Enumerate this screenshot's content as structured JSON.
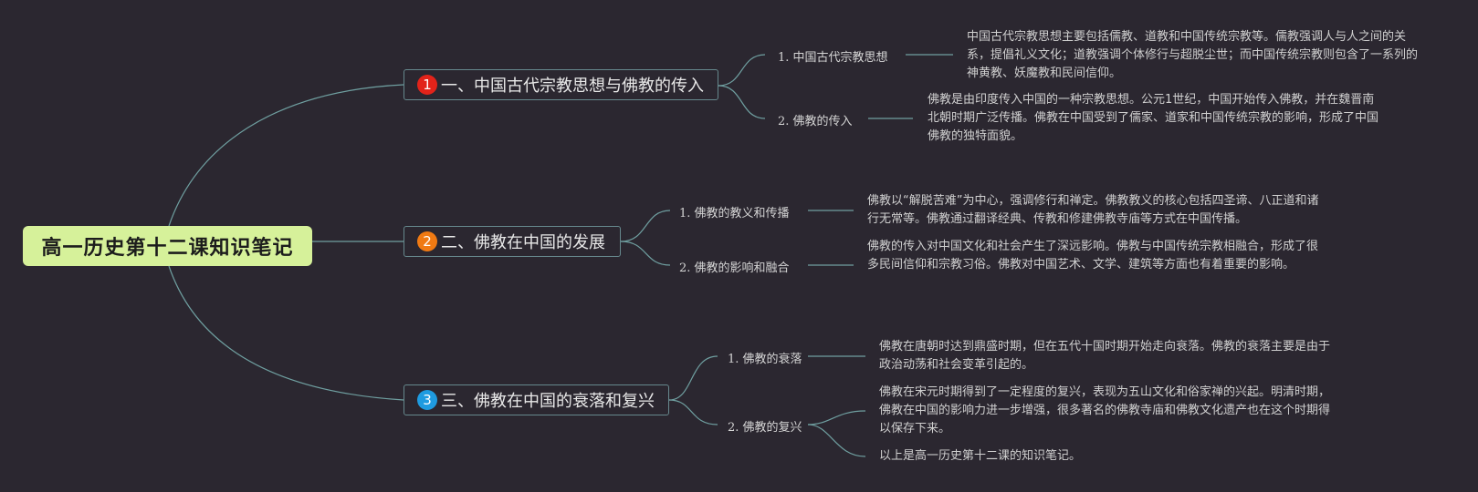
{
  "root": {
    "title": "高一历史第十二课知识笔记"
  },
  "colors": {
    "root_bg": "#d6f19a",
    "marker_1": "#e2231a",
    "marker_2": "#f07a13",
    "marker_3": "#1f9be0",
    "link": "#6f9fa0"
  },
  "branches": [
    {
      "marker": "1",
      "title": "一、中国古代宗教思想与佛教的传入",
      "subs": [
        {
          "label": "1. 中国古代宗教思想",
          "text": "中国古代宗教思想主要包括儒教、道教和中国传统宗教等。儒教强调人与人之间的关系，提倡礼义文化；道教强调个体修行与超脱尘世；而中国传统宗教则包含了一系列的神黄教、妖魔教和民间信仰。"
        },
        {
          "label": "2. 佛教的传入",
          "text": "佛教是由印度传入中国的一种宗教思想。公元1世纪，中国开始传入佛教，并在魏晋南北朝时期广泛传播。佛教在中国受到了儒家、道家和中国传统宗教的影响，形成了中国佛教的独特面貌。"
        }
      ]
    },
    {
      "marker": "2",
      "title": "二、佛教在中国的发展",
      "subs": [
        {
          "label": "1. 佛教的教义和传播",
          "text": "佛教以“解脱苦难”为中心，强调修行和禅定。佛教教义的核心包括四圣谛、八正道和诸行无常等。佛教通过翻译经典、传教和修建佛教寺庙等方式在中国传播。"
        },
        {
          "label": "2. 佛教的影响和融合",
          "text": "佛教的传入对中国文化和社会产生了深远影响。佛教与中国传统宗教相融合，形成了很多民间信仰和宗教习俗。佛教对中国艺术、文学、建筑等方面也有着重要的影响。"
        }
      ]
    },
    {
      "marker": "3",
      "title": "三、佛教在中国的衰落和复兴",
      "subs": [
        {
          "label": "1. 佛教的衰落",
          "text": "佛教在唐朝时达到鼎盛时期，但在五代十国时期开始走向衰落。佛教的衰落主要是由于政治动荡和社会变革引起的。"
        },
        {
          "label": "2. 佛教的复兴",
          "text": "佛教在宋元时期得到了一定程度的复兴，表现为五山文化和俗家禅的兴起。明清时期，佛教在中国的影响力进一步增强，很多著名的佛教寺庙和佛教文化遗产也在这个时期得以保存下来。",
          "text2": "以上是高一历史第十二课的知识笔记。"
        }
      ]
    }
  ]
}
